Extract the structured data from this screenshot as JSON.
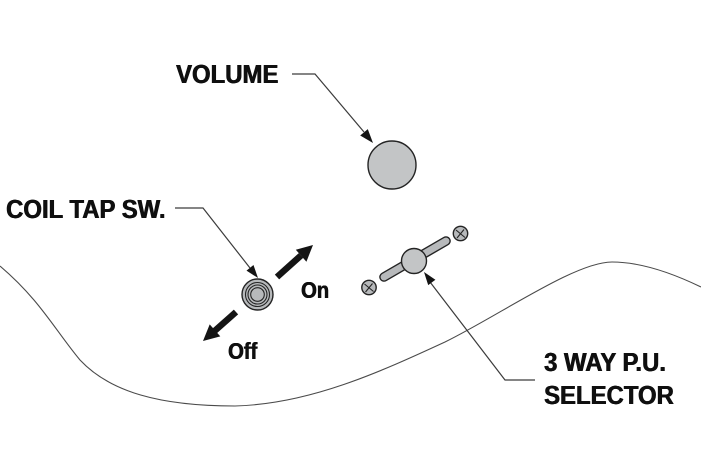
{
  "labels": {
    "volume": "VOLUME",
    "coil_tap": "COIL TAP SW.",
    "switch_on": "On",
    "switch_off": "Off",
    "selector_line1": "3 WAY P.U.",
    "selector_line2": "SELECTOR"
  },
  "parts": {
    "volume_knob": "volume-knob",
    "coil_tap_switch": "coil-tap-switch-knob",
    "pickup_selector": "3-way-pickup-selector-toggle",
    "selector_screws": "mounting-screws",
    "body_edge": "guitar-body-edge"
  },
  "colors": {
    "background": "#ffffff",
    "text": "#0f0f0f",
    "line": "#3c3c3c",
    "arrow": "#141414",
    "knob_fill": "#c3c5c6",
    "switch_fill": "#b7b9bb",
    "switch_center_fill": "#c9cbcd",
    "outline": "#242424"
  }
}
